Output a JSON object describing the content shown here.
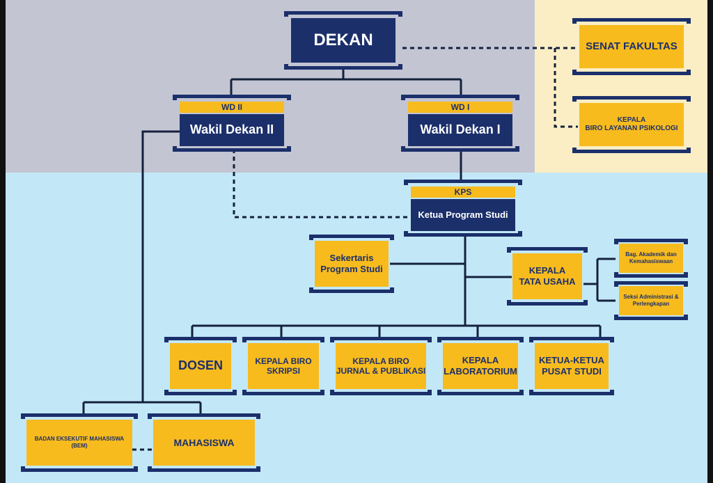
{
  "dekan": "DEKAN",
  "senat": "SENAT FAKULTAS",
  "biro_psikologi": "KEPALA\nBIRO LAYANAN PSIKOLOGI",
  "wd2": {
    "tag": "WD II",
    "title": "Wakil Dekan II"
  },
  "wd1": {
    "tag": "WD I",
    "title": "Wakil Dekan I"
  },
  "kps": {
    "tag": "KPS",
    "title": "Ketua Program Studi"
  },
  "sekretaris": "Sekertaris\nProgram Studi",
  "tata_usaha": "KEPALA\nTATA USAHA",
  "akademik": "Bag. Akademik dan\nKemahasiswaan",
  "administrasi": "Seksi Administrasi &\nPerlengkapan",
  "dosen": "DOSEN",
  "skripsi": "KEPALA BIRO\nSKRIPSI",
  "jurnal": "KEPALA BIRO\nJURNAL & PUBLIKASI",
  "lab": "KEPALA\nLABORATORIUM",
  "pusat": "KETUA-KETUA\nPUSAT STUDI",
  "bem": "BADAN EKSEKUTIF MAHASISWA\n(BEM)",
  "mahasiswa": "MAHASISWA",
  "colors": {
    "navy": "#1b2f6b",
    "yellow": "#f7bb1e",
    "line": "#14213d"
  }
}
